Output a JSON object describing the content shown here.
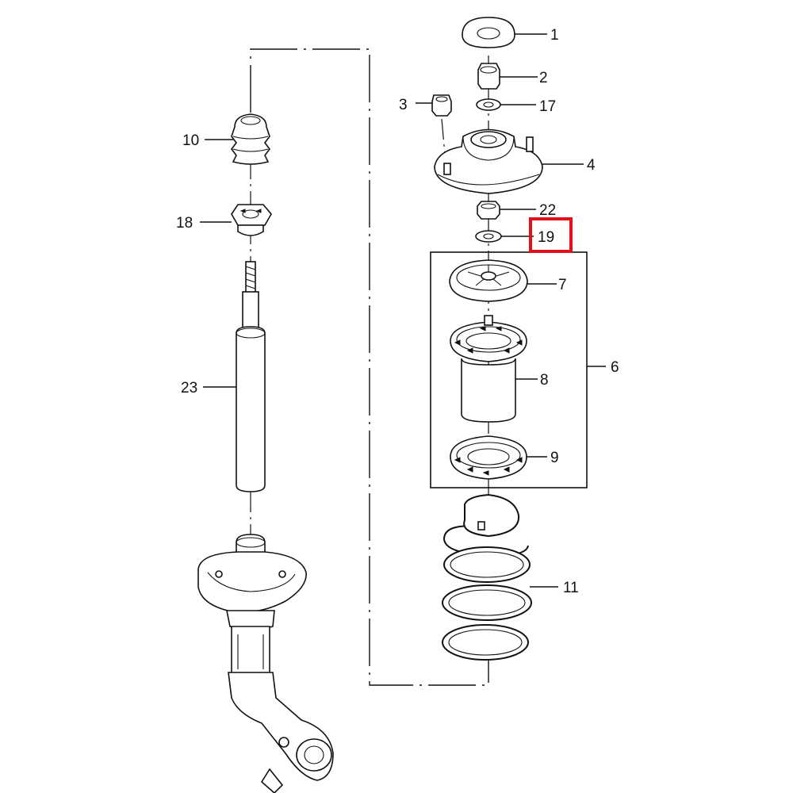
{
  "diagram": {
    "labels": {
      "p1": "1",
      "p2": "2",
      "p3": "3",
      "p4": "4",
      "p6": "6",
      "p7": "7",
      "p8": "8",
      "p9": "9",
      "p10": "10",
      "p11": "11",
      "p17": "17",
      "p18": "18",
      "p19": "19",
      "p22": "22",
      "p23": "23"
    },
    "highlighted_label": "19",
    "highlight_color": "#e0111b"
  }
}
